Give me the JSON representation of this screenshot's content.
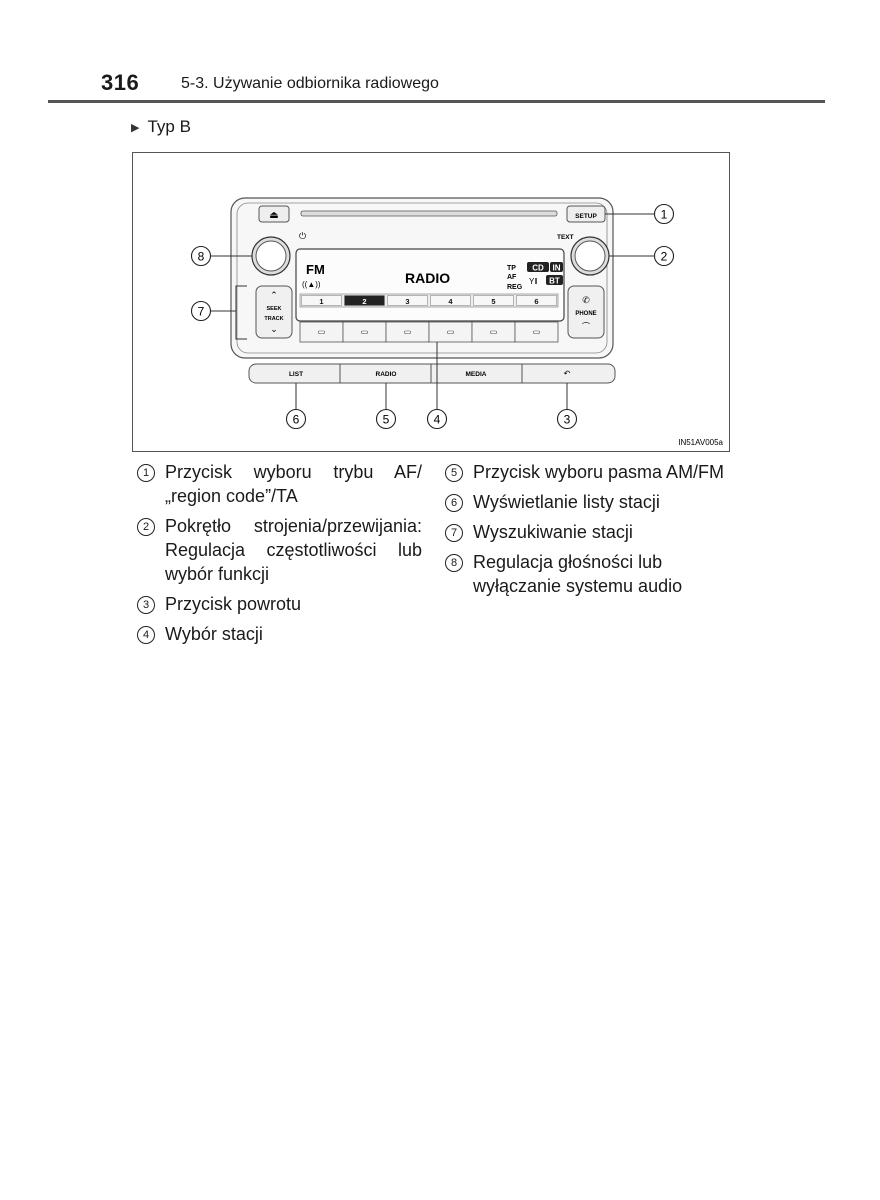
{
  "header": {
    "page_number": "316",
    "section": "5-3. Używanie odbiornika radiowego"
  },
  "type_label": "Typ B",
  "figure": {
    "code": "IN51AV005a",
    "display": {
      "band": "FM",
      "mode": "RADIO",
      "tp": "TP",
      "af": "AF",
      "reg": "REG",
      "cd": "CD",
      "in": "IN",
      "bt": "BT"
    },
    "presets": [
      "1",
      "2",
      "3",
      "4",
      "5",
      "6"
    ],
    "selected_preset": "2",
    "buttons": {
      "setup": "SETUP",
      "text": "TEXT",
      "seek": "SEEK",
      "track": "TRACK",
      "phone": "PHONE",
      "list": "LIST",
      "radio": "RADIO",
      "media": "MEDIA"
    },
    "callouts": [
      "1",
      "2",
      "3",
      "4",
      "5",
      "6",
      "7",
      "8"
    ]
  },
  "legend": {
    "left": [
      {
        "num": "1",
        "text": "Przycisk wyboru trybu AF/„region code”/TA"
      },
      {
        "num": "2",
        "text": "Pokrętło strojenia/przewijania: Regulacja częstotliwości lub wybór funkcji"
      },
      {
        "num": "3",
        "text": "Przycisk powrotu"
      },
      {
        "num": "4",
        "text": "Wybór stacji"
      }
    ],
    "right": [
      {
        "num": "5",
        "text": "Przycisk wyboru pasma AM/FM"
      },
      {
        "num": "6",
        "text": "Wyświetlanie listy stacji"
      },
      {
        "num": "7",
        "text": "Wyszukiwanie stacji"
      },
      {
        "num": "8",
        "text": "Regulacja głośności lub wyłączanie systemu audio"
      }
    ]
  },
  "colors": {
    "text": "#1a1a1a",
    "rule": "#555555",
    "panel_fill": "#f4f4f4",
    "display_dark": "#222222"
  }
}
